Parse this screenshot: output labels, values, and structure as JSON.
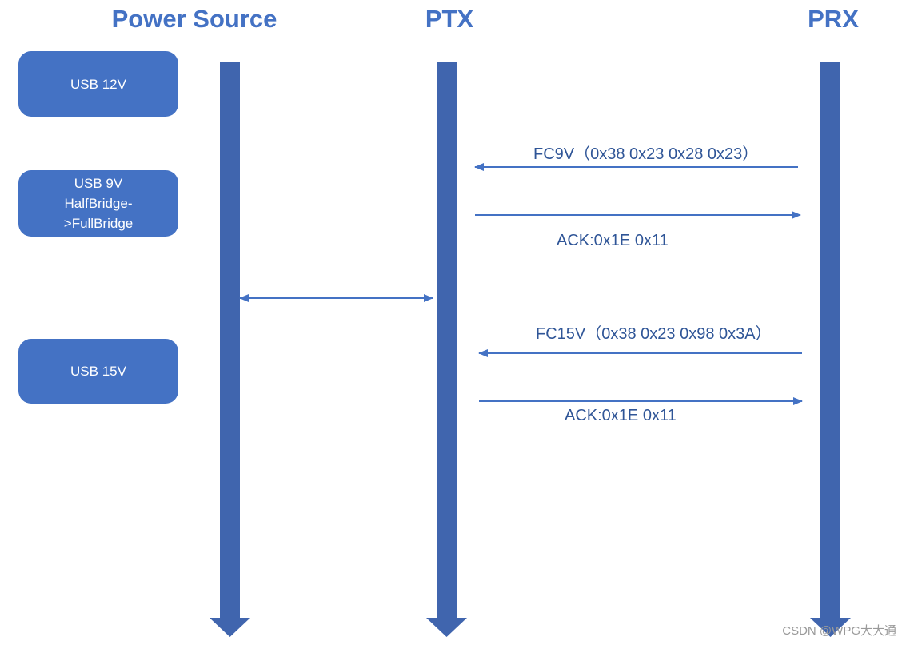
{
  "columns": {
    "power_source": "Power Source",
    "ptx": "PTX",
    "prx": "PRX"
  },
  "states": [
    "USB 12V",
    "USB 9V\nHalfBridge-\n>FullBridge",
    "USB 15V"
  ],
  "messages": [
    {
      "label": "FC9V（0x38 0x23 0x28 0x23）",
      "from": "PRX",
      "to": "PTX"
    },
    {
      "label": "ACK:0x1E 0x11",
      "from": "PTX",
      "to": "PRX"
    },
    {
      "label": "FC15V（0x38 0x23 0x98 0x3A）",
      "from": "PRX",
      "to": "PTX"
    },
    {
      "label": "ACK:0x1E 0x11",
      "from": "PTX",
      "to": "PRX"
    }
  ],
  "sync": {
    "between": [
      "Power Source",
      "PTX"
    ],
    "direction": "both"
  },
  "watermark": "CSDN @WPG大大通",
  "colors": {
    "lifeline": "#4065AE",
    "box": "#4472C4",
    "title": "#4472C4",
    "arrow": "#4472C4",
    "text": "#2F5597"
  }
}
